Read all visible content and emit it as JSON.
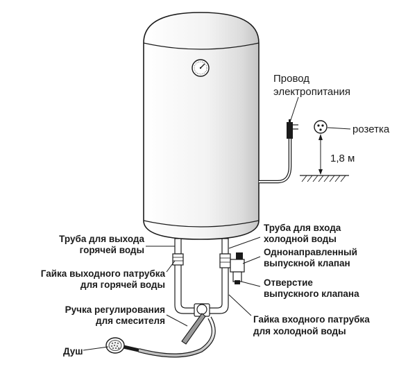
{
  "labels": {
    "power_cord_line1": "Провод",
    "power_cord_line2": "электропитания",
    "socket": "розетка",
    "height": "1,8 м",
    "hot_pipe_line1": "Труба для выхода",
    "hot_pipe_line2": "горячей воды",
    "cold_pipe_line1": "Труба для входа",
    "cold_pipe_line2": "холодной воды",
    "check_valve_line1": "Однонаправленный",
    "check_valve_line2": "выпускной клапан",
    "valve_hole_line1": "Отверстие",
    "valve_hole_line2": "выпускного клапана",
    "hot_nut_line1": "Гайка выходного патрубка",
    "hot_nut_line2": "для горячей воды",
    "mixer_handle_line1": "Ручка регулирования",
    "mixer_handle_line2": "для смесителя",
    "cold_nut_line1": "Гайка входного патрубка",
    "cold_nut_line2": "для холодной воды",
    "shower": "Душ"
  },
  "colors": {
    "line": "#1a1a1a",
    "tank_light": "#ffffff",
    "tank_shade": "#cfcfcf"
  },
  "icons": [
    "thermometer-gauge-icon",
    "power-plug-icon",
    "socket-icon",
    "shower-head-icon"
  ]
}
